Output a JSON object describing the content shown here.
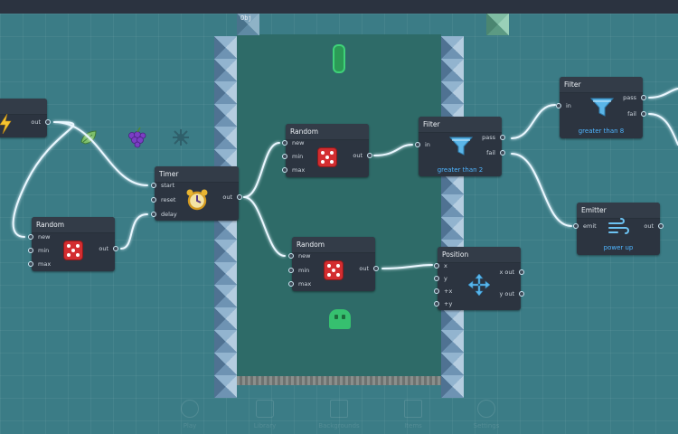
{
  "colors": {
    "canvas": "#3b7c86",
    "node_bg": "#2c3440",
    "wire": "#ffffff",
    "wire_glow": "#7fd3ff",
    "accent_text": "#4fb5ff"
  },
  "scene": {
    "top_cap_label": "Obj"
  },
  "nodes": {
    "source": {
      "ports_out": [
        "out"
      ],
      "icon": "lightning-icon"
    },
    "random_left": {
      "title": "Random",
      "ports_in": [
        "new",
        "min",
        "max"
      ],
      "ports_out": [
        "out"
      ],
      "icon": "dice-icon"
    },
    "timer": {
      "title": "Timer",
      "ports_in": [
        "start",
        "reset",
        "delay"
      ],
      "ports_out": [
        "out"
      ],
      "icon": "alarm-clock-icon"
    },
    "random_top": {
      "title": "Random",
      "ports_in": [
        "new",
        "min",
        "max"
      ],
      "ports_out": [
        "out"
      ],
      "icon": "dice-icon"
    },
    "random_bottom": {
      "title": "Random",
      "ports_in": [
        "new",
        "min",
        "max"
      ],
      "ports_out": [
        "out"
      ],
      "icon": "dice-icon"
    },
    "filter_2": {
      "title": "Filter",
      "ports_in": [
        "in"
      ],
      "ports_out": [
        "pass",
        "fail"
      ],
      "subtitle": "greater than 2",
      "icon": "funnel-icon"
    },
    "filter_8": {
      "title": "Filter",
      "ports_in": [
        "in"
      ],
      "ports_out": [
        "pass",
        "fail"
      ],
      "subtitle": "greater than 8",
      "icon": "funnel-icon"
    },
    "emitter": {
      "title": "Emitter",
      "ports_in": [
        "emit"
      ],
      "ports_out": [
        "out"
      ],
      "subtitle": "power up",
      "icon": "wind-icon"
    },
    "position": {
      "title": "Position",
      "ports_in": [
        "x",
        "y",
        "+x",
        "+y"
      ],
      "ports_out": [
        "x out",
        "y out"
      ],
      "icon": "move-arrows-icon"
    }
  },
  "palette_icons": [
    "leaf-icon",
    "grapes-icon",
    "splat-icon"
  ],
  "bottom_bar": {
    "items": [
      {
        "label": "Play",
        "icon": "play-icon"
      },
      {
        "label": "Library",
        "icon": "cube-icon"
      },
      {
        "label": "Backgrounds",
        "icon": "image-icon"
      },
      {
        "label": "Items",
        "icon": "box-icon"
      },
      {
        "label": "Settings",
        "icon": "sliders-icon"
      }
    ]
  }
}
